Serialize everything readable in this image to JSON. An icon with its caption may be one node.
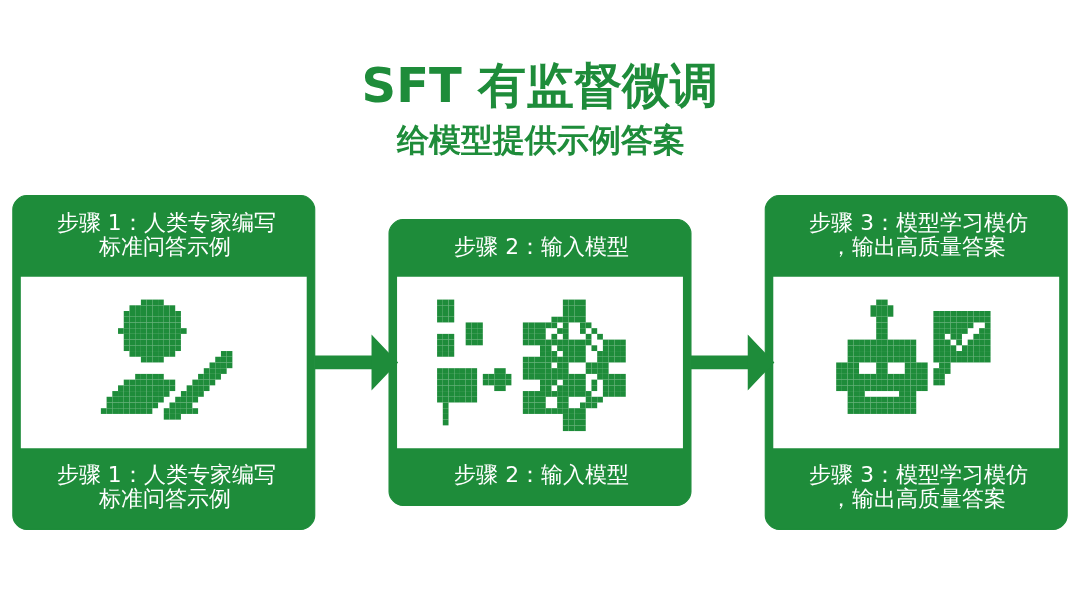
{
  "diagram": {
    "title": "SFT 有监督微调",
    "nodes": [
      {
        "text": [
          "步骤 1：人类专家编写标准问答示例",
          "步骤 1：人类专家编写标准问答示例"
        ]
      },
      {
        "text": [
          "步骤 2：输入模型",
          "步骤 2：输入模型"
        ]
      },
      {
        "text": [
          "步骤 3：模型学习模仿，输出高质量答案",
          "步骤 3：模型学习模仿，输出高质量答案"
        ]
      }
    ],
    "edges": [
      {
        "from": 0,
        "to": 1,
        "arrow": "to"
      },
      {
        "from": 1,
        "to": 2,
        "arrow": "to"
      }
    ],
    "labels": [
      "给模型提供示例答案"
    ]
  }
}
